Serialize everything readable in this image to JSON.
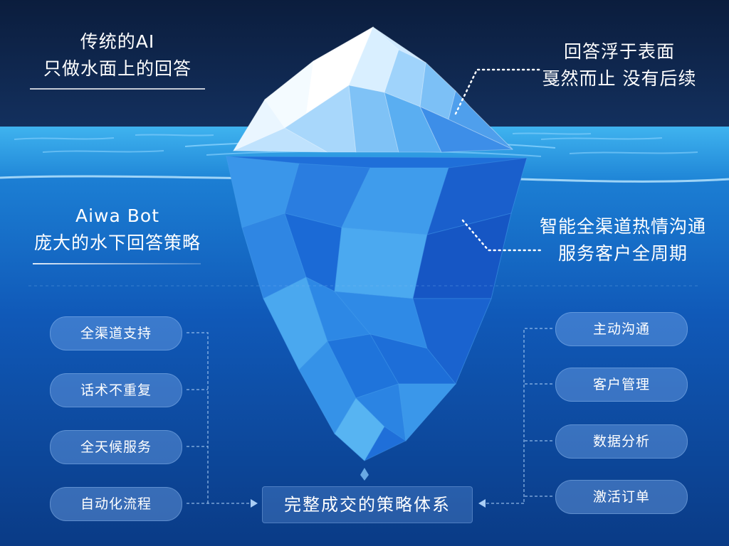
{
  "top_left": {
    "line1": "传统的AI",
    "line2": "只做水面上的回答"
  },
  "top_right": {
    "line1": "回答浮于表面",
    "line2": "戛然而止 没有后续"
  },
  "mid_left": {
    "line1": "Aiwa Bot",
    "line2": "庞大的水下回答策略"
  },
  "mid_right": {
    "line1": "智能全渠道热情沟通",
    "line2": "服务客户全周期"
  },
  "left_pills": [
    "全渠道支持",
    "话术不重复",
    "全天候服务",
    "自动化流程"
  ],
  "right_pills": [
    "主动沟通",
    "客户管理",
    "数据分析",
    "激活订单"
  ],
  "center_label": "完整成交的策略体系",
  "colors": {
    "sky": "#0e2347",
    "sea_surface": "#1f8fdc",
    "deep_sea": "#0a3c8c",
    "ice_top": "#e6f4ff",
    "ice_under": "#1f73df"
  }
}
